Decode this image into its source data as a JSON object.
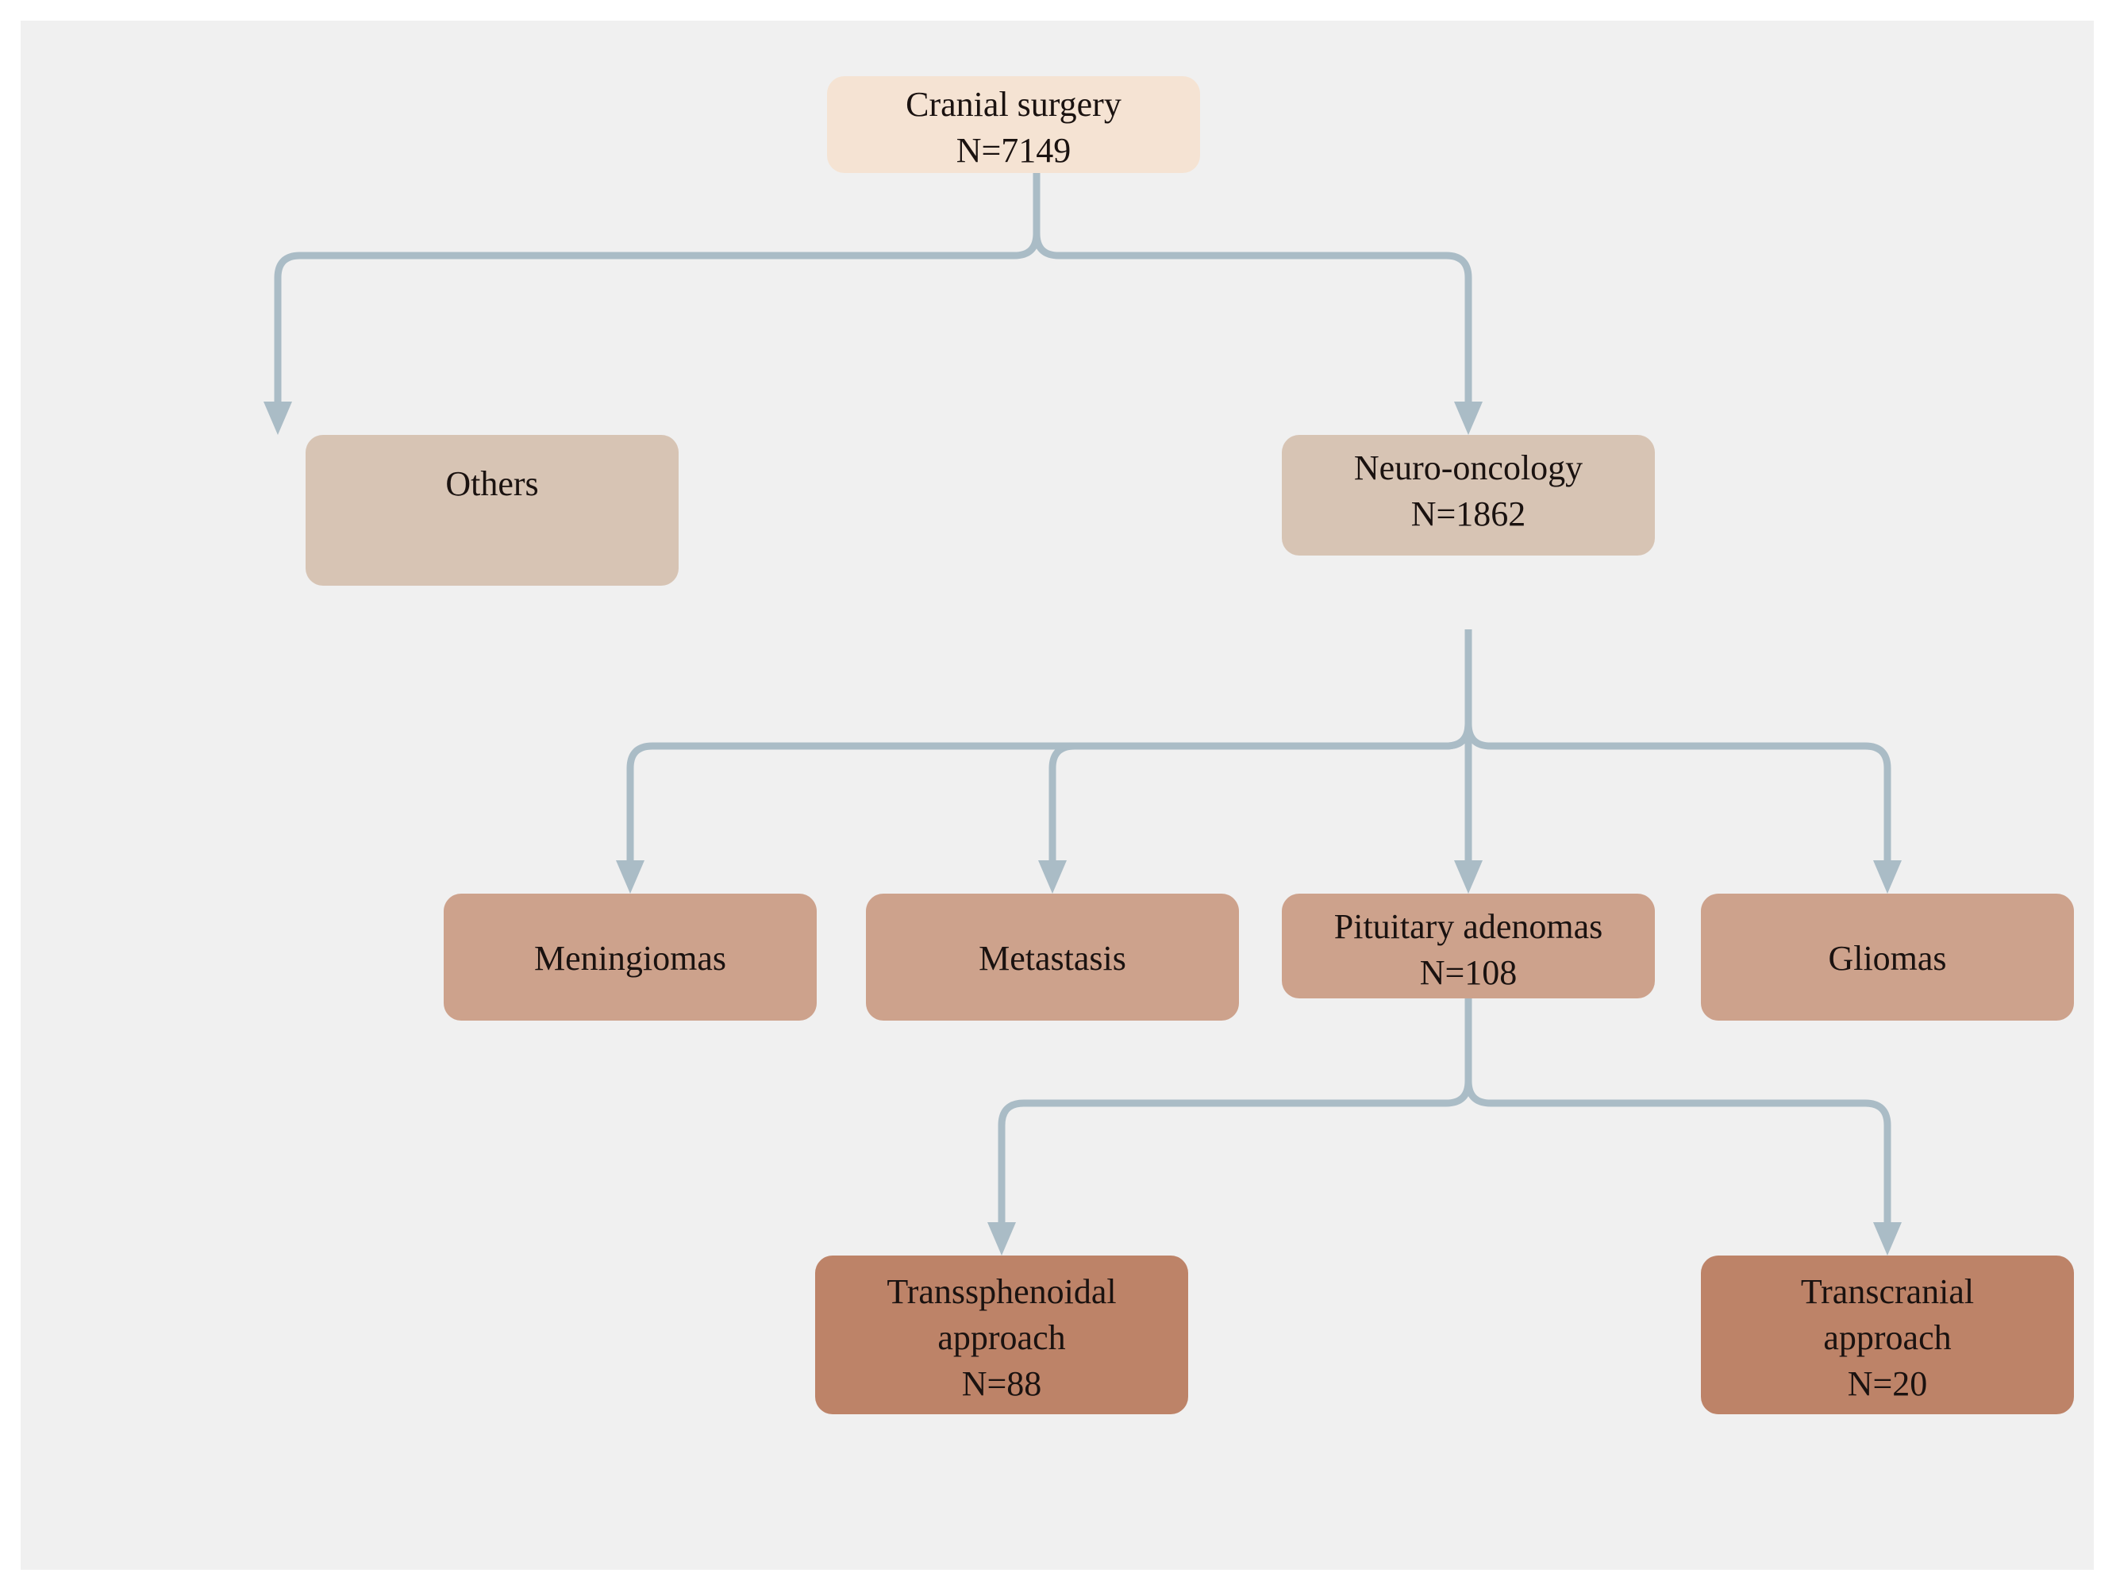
{
  "figure": {
    "type": "flowchart",
    "title": "Cranial surgery patient cohort flow diagram",
    "canvas_background": "#f0f0f0",
    "page_background": "#ffffff",
    "connector_color": "#aabcc6"
  },
  "nodes": {
    "cranial_surgery": {
      "id": "cranial-surgery",
      "line1": "Cranial surgery",
      "line2": "N=7149",
      "count": 7149,
      "fill": "#f5e3d3",
      "level": 1
    },
    "others": {
      "id": "others",
      "line1": "Others",
      "line2": "",
      "count": null,
      "fill": "#d7c4b4",
      "level": 2
    },
    "neuro_oncology": {
      "id": "neuro-oncology",
      "line1": "Neuro-oncology",
      "line2": "N=1862",
      "count": 1862,
      "fill": "#d7c4b4",
      "level": 2
    },
    "meningiomas": {
      "id": "meningiomas",
      "line1": "Meningiomas",
      "line2": "",
      "count": null,
      "fill": "#cda28c",
      "level": 3
    },
    "metastasis": {
      "id": "metastasis",
      "line1": "Metastasis",
      "line2": "",
      "count": null,
      "fill": "#cda28c",
      "level": 3
    },
    "pituitary_adenomas": {
      "id": "pituitary-adenomas",
      "line1": "Pituitary adenomas",
      "line2": "N=108",
      "count": 108,
      "fill": "#cda28c",
      "level": 3
    },
    "gliomas": {
      "id": "gliomas",
      "line1": "Gliomas",
      "line2": "",
      "count": null,
      "fill": "#cda28c",
      "level": 3
    },
    "transsphenoidal": {
      "id": "transsphenoidal-approach",
      "line1": "Transsphenoidal",
      "line2": "approach",
      "line3": "N=88",
      "count": 88,
      "fill": "#bd8368",
      "level": 4
    },
    "transcranial": {
      "id": "transcranial-approach",
      "line1": "Transcranial",
      "line2": "approach",
      "line3": "N=20",
      "count": 20,
      "fill": "#bd8368",
      "level": 4
    }
  },
  "edges": [
    {
      "from": "cranial_surgery",
      "to": "others"
    },
    {
      "from": "cranial_surgery",
      "to": "neuro_oncology"
    },
    {
      "from": "neuro_oncology",
      "to": "meningiomas"
    },
    {
      "from": "neuro_oncology",
      "to": "metastasis"
    },
    {
      "from": "neuro_oncology",
      "to": "pituitary_adenomas"
    },
    {
      "from": "neuro_oncology",
      "to": "gliomas"
    },
    {
      "from": "pituitary_adenomas",
      "to": "transsphenoidal"
    },
    {
      "from": "pituitary_adenomas",
      "to": "transcranial"
    }
  ]
}
